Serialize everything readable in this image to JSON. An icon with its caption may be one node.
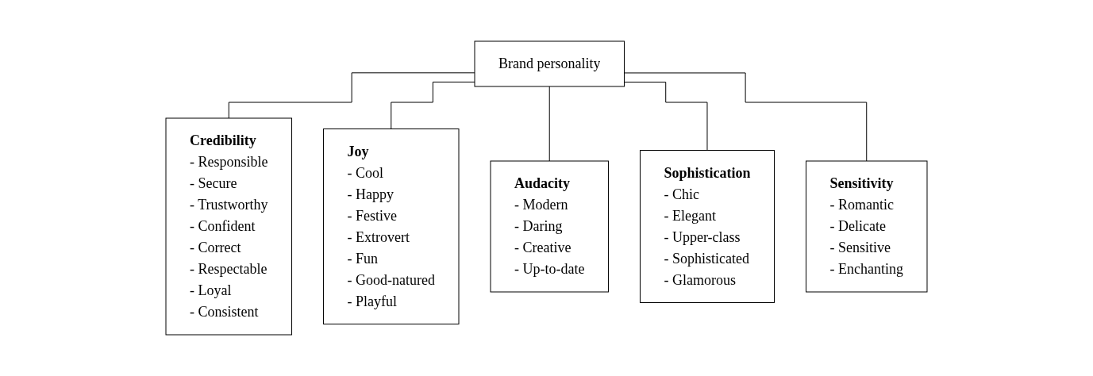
{
  "diagram": {
    "nodes": [
      {
        "text": [
          "Brand personality"
        ]
      },
      {
        "text": [
          "Credibility",
          "- Responsible",
          "- Secure",
          "- Trustworthy",
          "- Confident",
          "- Correct",
          "- Respectable",
          "- Loyal",
          "- Consistent"
        ]
      },
      {
        "text": [
          "Joy",
          "- Cool",
          "- Happy",
          "- Festive",
          "- Extrovert",
          "- Fun",
          "- Good-natured",
          "- Playful"
        ]
      },
      {
        "text": [
          "Audacity",
          "- Modern",
          "- Daring",
          "- Creative",
          "- Up-to-date"
        ]
      },
      {
        "text": [
          "Sophistication",
          "- Chic",
          "- Elegant",
          "- Upper-class",
          "- Sophisticated",
          "- Glamorous"
        ]
      },
      {
        "text": [
          "Sensitivity",
          "- Romantic",
          "- Delicate",
          "- Sensitive",
          "- Enchanting"
        ]
      }
    ],
    "edges": [
      {
        "from": 0,
        "to": 1,
        "arrow": "none"
      },
      {
        "from": 0,
        "to": 2,
        "arrow": "none"
      },
      {
        "from": 0,
        "to": 3,
        "arrow": "none"
      },
      {
        "from": 0,
        "to": 4,
        "arrow": "none"
      },
      {
        "from": 0,
        "to": 5,
        "arrow": "none"
      }
    ]
  }
}
